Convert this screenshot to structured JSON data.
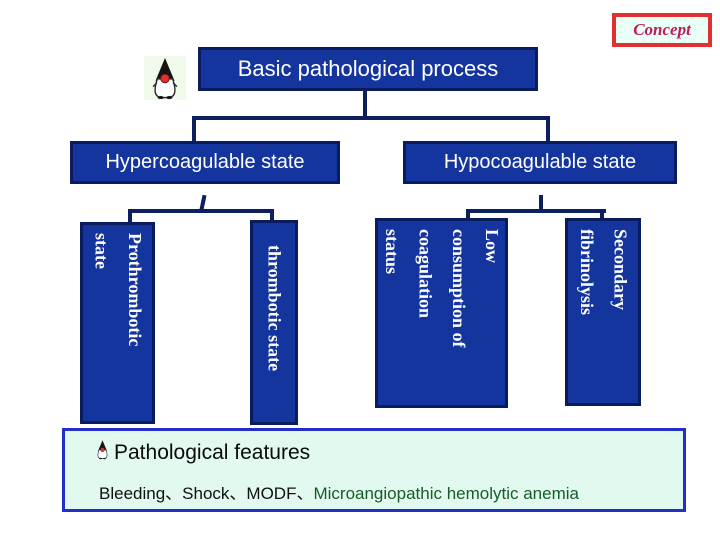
{
  "badge": {
    "label": "Concept"
  },
  "title": {
    "label": "Basic pathological process"
  },
  "branches": {
    "left": {
      "label": "Hypercoagulable state"
    },
    "right": {
      "label": "Hypocoagulable state"
    }
  },
  "pillars": [
    {
      "text": "Prothrombotic\nstate"
    },
    {
      "text": "thrombotic state"
    },
    {
      "text": "Low\nconsumption of\ncoagulation\nstatus"
    },
    {
      "text": "Secondary\nfibrinolysis"
    }
  ],
  "features": {
    "heading": "Pathological features",
    "plain_items": "Bleeding、Shock、MODF、",
    "green_item": "Microangiopathic hemolytic anemia"
  },
  "icons": {
    "mascot": "penguin-mascot-icon"
  },
  "colors": {
    "box_blue": "#15359e",
    "line_navy": "#0c2060",
    "badge_border_red": "#e03030",
    "badge_text_crimson": "#c01a5e",
    "panel_mint": "#e1f9ee",
    "panel_border_blue": "#2230c8",
    "green_text": "#185c28"
  }
}
